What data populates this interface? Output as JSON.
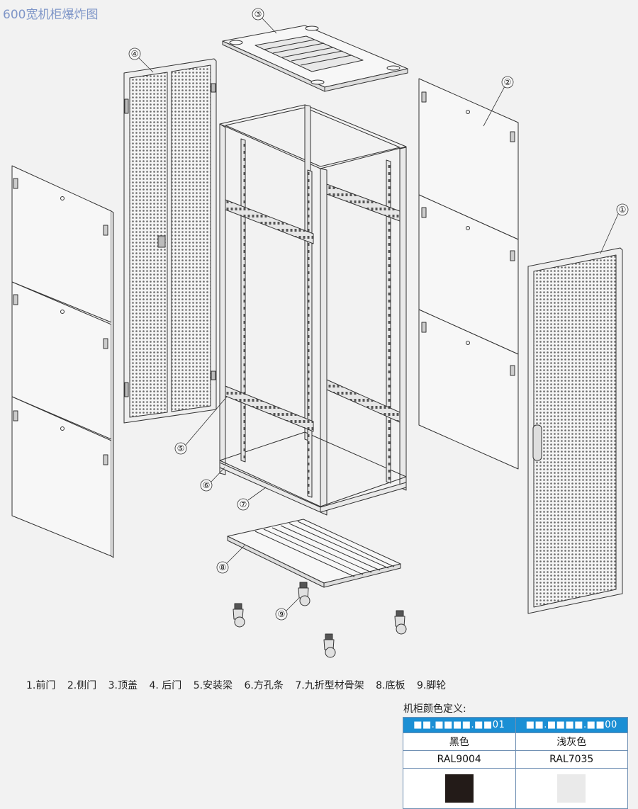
{
  "title": "600宽机柜爆炸图",
  "callouts": [
    "①",
    "②",
    "③",
    "④",
    "⑤",
    "⑥",
    "⑦",
    "⑧",
    "⑨"
  ],
  "legend": [
    "1.前门",
    "2.侧门",
    "3.顶盖",
    "4. 后门",
    "5.安装梁",
    "6.方孔条",
    "7.九折型材骨架",
    "8.底板",
    "9.脚轮"
  ],
  "color_section": {
    "title": "机柜颜色定义:",
    "columns": [
      {
        "code": "■■.■■■■.■■01",
        "name": "黑色",
        "ral": "RAL9004",
        "swatch": "#231b18"
      },
      {
        "code": "■■.■■■■.■■00",
        "name": "浅灰色",
        "ral": "RAL7035",
        "swatch": "#eaeaea"
      }
    ]
  }
}
